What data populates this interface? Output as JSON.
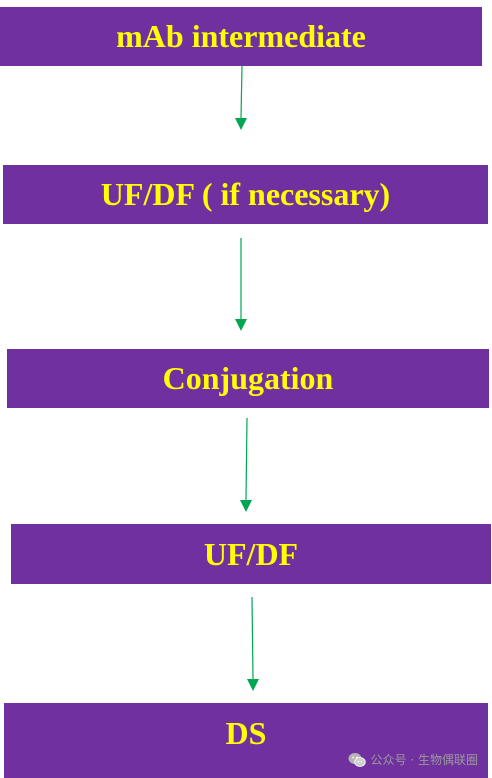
{
  "flow": {
    "steps": [
      {
        "label": "mAb intermediate"
      },
      {
        "label": "UF/DF ( if necessary)"
      },
      {
        "label": "Conjugation"
      },
      {
        "label": "UF/DF"
      },
      {
        "label": "DS"
      }
    ],
    "colors": {
      "box_fill": "#7030a0",
      "box_text": "#ffff00",
      "arrow": "#00a651"
    }
  },
  "watermark": {
    "icon": "wechat-icon",
    "text": "公众号 · 生物偶联圈"
  }
}
